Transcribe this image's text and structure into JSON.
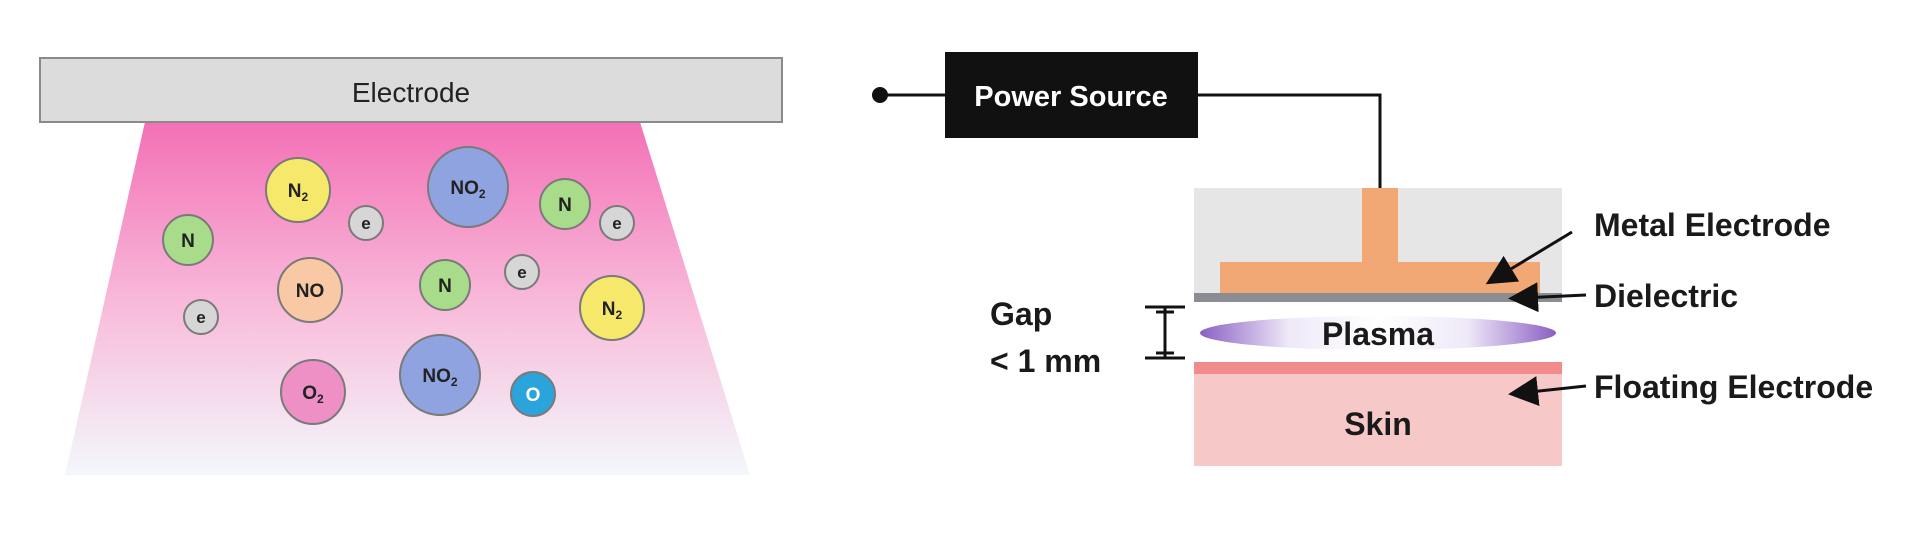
{
  "left_panel": {
    "electrode_label": "Electrode",
    "particles": [
      {
        "label": "N",
        "sub": "2",
        "kind": "n2"
      },
      {
        "label": "NO",
        "sub": "2",
        "kind": "no2"
      },
      {
        "label": "N",
        "sub": "",
        "kind": "n"
      },
      {
        "label": "e",
        "sub": "",
        "kind": "e"
      },
      {
        "label": "e",
        "sub": "",
        "kind": "e"
      },
      {
        "label": "N",
        "sub": "",
        "kind": "n"
      },
      {
        "label": "NO",
        "sub": "",
        "kind": "no"
      },
      {
        "label": "N",
        "sub": "",
        "kind": "n"
      },
      {
        "label": "e",
        "sub": "",
        "kind": "e"
      },
      {
        "label": "N",
        "sub": "2",
        "kind": "n2"
      },
      {
        "label": "e",
        "sub": "",
        "kind": "e"
      },
      {
        "label": "O",
        "sub": "2",
        "kind": "o2"
      },
      {
        "label": "NO",
        "sub": "2",
        "kind": "no2"
      },
      {
        "label": "O",
        "sub": "",
        "kind": "o"
      }
    ],
    "colors": {
      "n2": "#f6e86a",
      "no2": "#8ea3e0",
      "n": "#a8db8a",
      "e": "#d6d6d6",
      "no": "#f8c9a4",
      "o2": "#ee8fc6",
      "o": "#2ba4dc",
      "beam_top": "#f470b6"
    }
  },
  "right_panel": {
    "power_source_label": "Power Source",
    "metal_electrode_label": "Metal Electrode",
    "dielectric_label": "Dielectric",
    "plasma_label": "Plasma",
    "gap_line1": "Gap",
    "gap_line2": "< 1 mm",
    "floating_electrode_label": "Floating Electrode",
    "skin_label": "Skin",
    "colors": {
      "electrode": "#f2a875",
      "housing": "#e6e6e6",
      "dielectric": "#8a8e92",
      "plasma": "#8a5fc4",
      "floating": "#f28b8b",
      "skin": "#f7c8c8",
      "power_box": "#111111"
    }
  }
}
